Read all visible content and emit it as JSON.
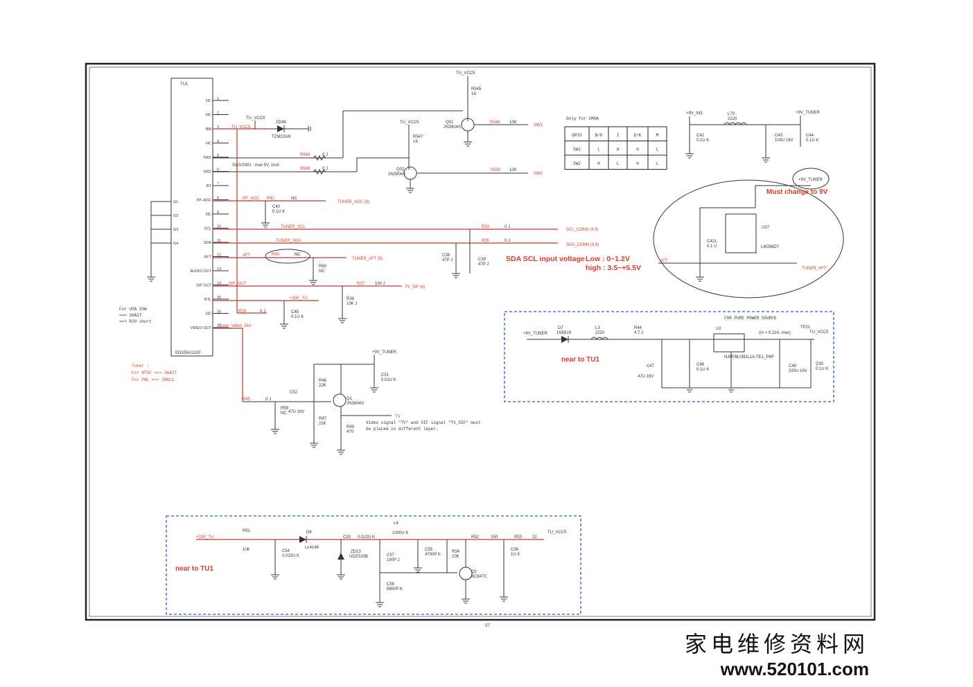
{
  "tuner": {
    "ref": "TU1",
    "part": "EN335A11GF",
    "pins": [
      {
        "num": "1",
        "name": "NC"
      },
      {
        "num": "2",
        "name": "NC"
      },
      {
        "num": "3",
        "name": "BM"
      },
      {
        "num": "4",
        "name": "NC"
      },
      {
        "num": "5",
        "name": "SW1"
      },
      {
        "num": "6",
        "name": "SW2"
      },
      {
        "num": "7",
        "name": "BT"
      },
      {
        "num": "8",
        "name": "RF-AGC"
      },
      {
        "num": "9",
        "name": "NC"
      },
      {
        "num": "10",
        "name": "SCL"
      },
      {
        "num": "11",
        "name": "SDA"
      },
      {
        "num": "12",
        "name": "AFT"
      },
      {
        "num": "13",
        "name": "AUDIO OUT"
      },
      {
        "num": "14",
        "name": "SIF OUT"
      },
      {
        "num": "15",
        "name": "BTL"
      },
      {
        "num": "16",
        "name": "NC"
      },
      {
        "num": "17",
        "name": "VIDEO OUT"
      }
    ],
    "gnd_pins": [
      "G1",
      "G2",
      "G3",
      "G4"
    ]
  },
  "nets": {
    "tu_vcc5": "TU_VCC5",
    "tuner_agc": "TUNER_AGC (9)",
    "tuner_scl": "TUNER_SCL",
    "tuner_sda": "TUNER_SDA",
    "scl_conn": "SCL_CONN (6,9)",
    "sda_conn": "SDA_CONN (6,9)",
    "tuner_aft": "TUNER_AFT (9)",
    "tuner_aft2": "TUNER_AFT",
    "tv_sif": "TV_SIF (6)",
    "plus33v_tu": "+33V_TU",
    "plus9v_tuner": "+9V_TUNER",
    "plus9v_in": "+9V_IN3",
    "tv": "TV",
    "sw1": "SW1",
    "sw2": "SW2",
    "rf_agc": "RF_AGC",
    "aft": "AFT",
    "sif_out": "SIF_OUT",
    "tuner_video_out": "Tuner_Video_Out",
    "sw_note": "SW1/SW2 : max 5V, 1mA"
  },
  "parts": {
    "r545": "R545",
    "r545v": "1K",
    "r546": "R546",
    "r546v": "10K",
    "r547": "R547",
    "r547v": "1K",
    "r548": "R548",
    "r548v": "0 J",
    "r549": "R549",
    "r549v": "0 J",
    "r550": "R550",
    "r550v": "10K",
    "q01": "Q01",
    "q01v": "2N3904S",
    "q02": "Q02",
    "q02v": "2N3904S",
    "zd48": "ZD48",
    "zd48v": "TZMC5V6",
    "r42": "R42",
    "r42v": "NC",
    "c40": "C40",
    "c40v": "0.1U K",
    "r33": "R33",
    "r33v": "0 J",
    "r35": "R35",
    "r35v": "0 J",
    "c38": "C38",
    "c38v": "47P J",
    "c39": "C39",
    "c39v": "47P J",
    "r43": "R43",
    "r43v": "NC",
    "r60": "R60",
    "r60v": "NC",
    "r37": "R37",
    "r37v": "100 J",
    "r38": "R38",
    "r38v": "10K J",
    "r29": "R29",
    "r29v": "0 J",
    "c45": "C45",
    "c45v": "0.1U K",
    "r45": "R45",
    "r45v": "0 J",
    "c52": "C52",
    "c52v": "47U 16V",
    "r59": "R59",
    "r59v": "NC",
    "r46": "R46",
    "r46v": "22K",
    "r47": "R47",
    "r47v": "22K",
    "q1": "Q1",
    "q1v": "2N3904S",
    "c51": "C51",
    "c51v": "0.01U K",
    "r49": "R49",
    "r49v": "470",
    "l73": "L73",
    "l73v": "2220",
    "c42": "C42",
    "c42v": "0.1U K",
    "c43": "C43",
    "c43v": "100U 16V",
    "c44": "C44",
    "c44v": "0.1U K",
    "u37": "U37",
    "u37v": "LM358DT",
    "c421": "C421",
    "c421v": "0.1 U",
    "d7": "D7",
    "d7v": "1N5819",
    "l3": "L3",
    "l3v": "2220",
    "r44": "R44",
    "r44v": "4.7 J",
    "c47": "C47",
    "c47v": "47U 16V",
    "c48": "C48",
    "c48v": "0.1U K",
    "u2": "U2",
    "u2v": "NJM78L05DL1A-TE1_PBF",
    "c49": "C49",
    "c49v": "100U 16V",
    "c50": "C50",
    "c50v": "0.1U K",
    "tp21": "TP21",
    "r51": "R51",
    "r51v": "10K",
    "c54": "C54",
    "c54v": "0.022U K",
    "d6": "D6",
    "d6v": "LL4148",
    "c53": "C53",
    "c53v": "0.022U K",
    "zd13": "ZD13",
    "zd13v": "UDZS33B",
    "l4": "L4",
    "l4v": "1000U K",
    "c57": "C57",
    "c57v": "180P J",
    "c55": "C55",
    "c55v": "4700P K",
    "c58": "C58",
    "c58v": "6800P K",
    "r54": "R54",
    "r54v": "10K",
    "q2": "Q2",
    "q2v": "BC847C",
    "r52": "R52",
    "r52v": "150",
    "r53": "R53",
    "r53v": "22",
    "c56": "C56",
    "c56v": "1U K"
  },
  "gpio_table": {
    "caption": "Only for CMGA",
    "headers": [
      "GPIO",
      "B/G",
      "I",
      "D/K",
      "M"
    ],
    "rows": [
      [
        "SW1",
        "L",
        "H",
        "H",
        "L"
      ],
      [
        "SW2",
        "H",
        "L",
        "H",
        "L"
      ]
    ]
  },
  "notes": {
    "usa": "For USA 20W",
    "usa2": "==> 36A27",
    "usa3": "==> R29 short",
    "tuner_note": "Tuner :",
    "ntsc": "For NTSC ==> 36A27",
    "pal": "For PAL  ==> 39A11",
    "sda_scl": "SDA SCL input voltage",
    "low": "Low : 0~1.2V",
    "high": "high : 3.5~+5.5V",
    "must_change": "Must change to 9V",
    "near_tu1_a": "near to TU1",
    "near_tu1_b": "near to TU1",
    "video_signal": "Video signal \"TV\" and SIF signal \"TV_SIF\" must",
    "video_signal2": "be placed in different layer.",
    "pure_power": "FOR PURE POWER SOURCE",
    "io_note": "(Io = 0.22A ,max)",
    "page_num": "57"
  },
  "footer": {
    "chinese": "家电维修资料网",
    "url": "www.520101.com"
  },
  "colors": {
    "wire": "#c0392b",
    "ink": "#333333",
    "dash": "#3355cc",
    "note_red": "#d93a2b"
  }
}
